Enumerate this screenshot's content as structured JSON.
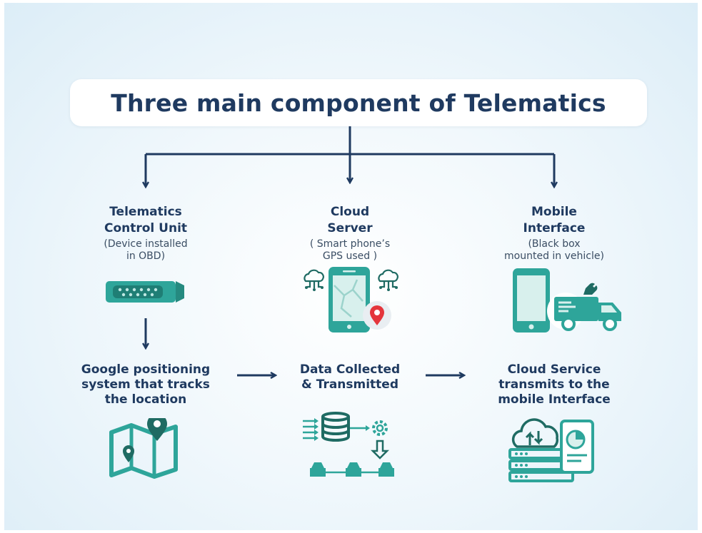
{
  "title": "Three main component of Telematics",
  "components": [
    {
      "name": "Telematics\nControl Unit",
      "note": "(Device installed\nin OBD)",
      "icon": "obd-connector-icon"
    },
    {
      "name": "Cloud\nServer",
      "note": "( Smart phone’s\nGPS used )",
      "icon": "smartphone-gps-icon"
    },
    {
      "name": "Mobile\nInterface",
      "note": "(Black box\nmounted in vehicle)",
      "icon": "phone-truck-icon"
    }
  ],
  "steps": [
    {
      "label": "Google positioning\nsystem that tracks\nthe location",
      "icon": "map-pin-icon"
    },
    {
      "label": "Data Collected\n& Transmitted",
      "icon": "database-network-icon"
    },
    {
      "label": "Cloud Service\ntransmits to the\nmobile Interface",
      "icon": "cloud-server-icon"
    }
  ],
  "colors": {
    "navy": "#1f3a60",
    "teal": "#2ea59a",
    "pin_red": "#e4353c"
  }
}
